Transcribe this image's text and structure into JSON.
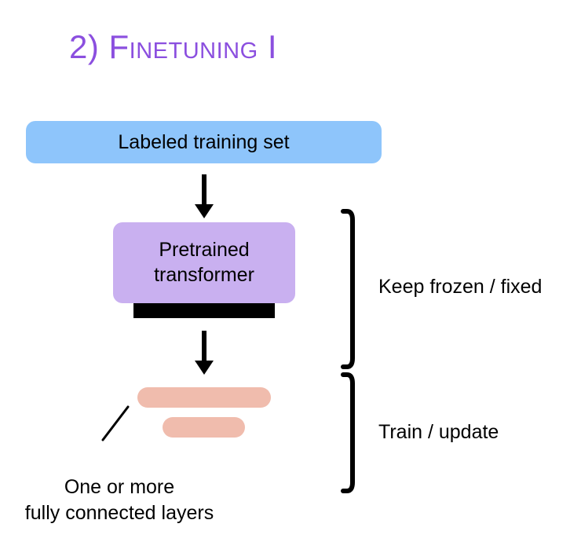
{
  "slide": {
    "title": "2) Finetuning I",
    "background_color": "#ffffff",
    "title_color": "#8b4fdf"
  },
  "diagram": {
    "nodes": [
      {
        "id": "labeled-training-set",
        "label": "Labeled training set",
        "color": "#8ec5fb",
        "shape": "rounded-rect"
      },
      {
        "id": "pretrained-transformer",
        "label_line1": "Pretrained",
        "label_line2": "transformer",
        "color": "#c9b0f0",
        "shape": "rounded-rect",
        "head_bar_color": "#000000"
      },
      {
        "id": "fully-connected-layers",
        "bar1_color": "#f0bcad",
        "bar2_color": "#f0bcad",
        "shape": "stadium-bars"
      }
    ],
    "arrows": [
      {
        "id": "arrow-to-transformer",
        "direction": "down",
        "color": "#000000"
      },
      {
        "id": "arrow-to-fc-layers",
        "direction": "down",
        "color": "#000000"
      }
    ],
    "brackets": [
      {
        "id": "bracket-frozen",
        "label": "Keep frozen / fixed",
        "color": "#000000"
      },
      {
        "id": "bracket-train",
        "label": "Train / update",
        "color": "#000000"
      }
    ],
    "captions": [
      {
        "id": "fc-layers-caption",
        "line1": "One or more",
        "line2": "fully connected layers",
        "color": "#000000"
      }
    ]
  }
}
